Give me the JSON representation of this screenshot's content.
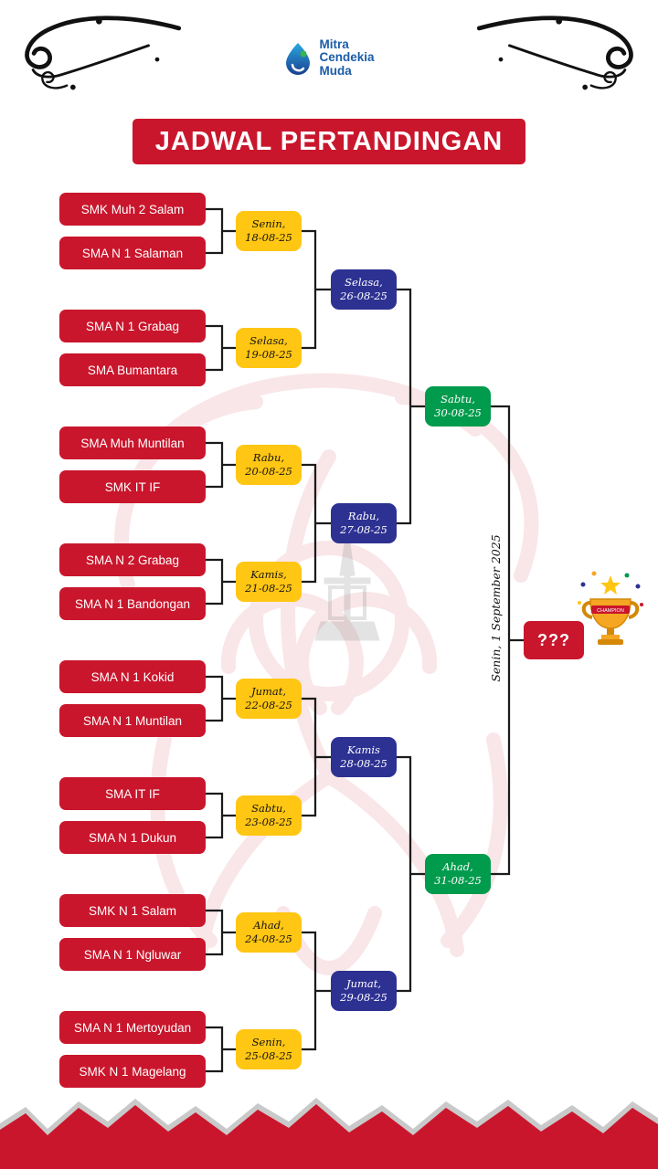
{
  "logo": {
    "line1": "Mitra",
    "line2": "Cendekia",
    "line3": "Muda"
  },
  "title": "JADWAL PERTANDINGAN",
  "round1": [
    {
      "team1": "SMK Muh 2 Salam",
      "team2": "SMA N 1 Salaman",
      "day": "Senin,",
      "date": "18-08-25"
    },
    {
      "team1": "SMA N 1 Grabag",
      "team2": "SMA Bumantara",
      "day": "Selasa,",
      "date": "19-08-25"
    },
    {
      "team1": "SMA Muh Muntilan",
      "team2": "SMK IT IF",
      "day": "Rabu,",
      "date": "20-08-25"
    },
    {
      "team1": "SMA N 2 Grabag",
      "team2": "SMA N 1 Bandongan",
      "day": "Kamis,",
      "date": "21-08-25"
    },
    {
      "team1": "SMA N 1 Kokid",
      "team2": "SMA N 1 Muntilan",
      "day": "Jumat,",
      "date": "22-08-25"
    },
    {
      "team1": "SMA IT IF",
      "team2": "SMA N 1 Dukun",
      "day": "Sabtu,",
      "date": "23-08-25"
    },
    {
      "team1": "SMK N 1 Salam",
      "team2": "SMA N 1 Ngluwar",
      "day": "Ahad,",
      "date": "24-08-25"
    },
    {
      "team1": "SMA N 1 Mertoyudan",
      "team2": "SMK N 1 Magelang",
      "day": "Senin,",
      "date": "25-08-25"
    }
  ],
  "round2": [
    {
      "day": "Selasa,",
      "date": "26-08-25"
    },
    {
      "day": "Rabu,",
      "date": "27-08-25"
    },
    {
      "day": "Kamis",
      "date": "28-08-25"
    },
    {
      "day": "Jumat,",
      "date": "29-08-25"
    }
  ],
  "semifinal": [
    {
      "day": "Sabtu,",
      "date": "30-08-25"
    },
    {
      "day": "Ahad,",
      "date": "31-08-25"
    }
  ],
  "final": {
    "date_label": "Senin, 1 September 2025",
    "champion_placeholder": "???"
  },
  "trophy": {
    "band_label": "CHAMPION"
  },
  "colors": {
    "red": "#C9162C",
    "yellow": "#FFC613",
    "blue": "#2D3192",
    "green": "#009B4C",
    "logo_blue": "#1A5CA8"
  }
}
